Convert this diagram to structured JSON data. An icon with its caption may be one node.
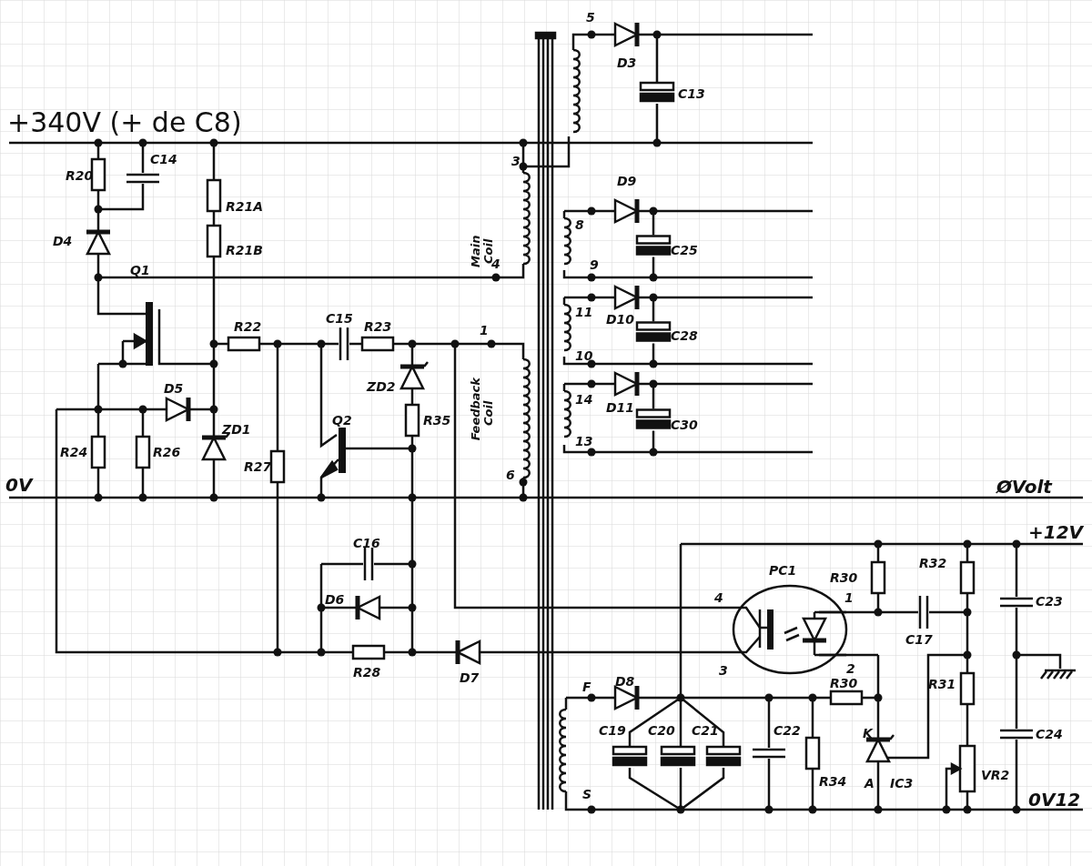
{
  "diagram": {
    "labels": [
      "5",
      "D3",
      "+340V (+ de C8)",
      "C13",
      "C14",
      "3",
      "D9",
      "R20",
      "R21A",
      "Main Coil",
      "8",
      "C25",
      "D4",
      "R21B",
      "4",
      "9",
      "Q1",
      "R22",
      "C15",
      "R23",
      "1",
      "11",
      "D10",
      "C28",
      "10",
      "D5",
      "ZD2",
      "Feedback Coil",
      "14",
      "D11",
      "C30",
      "ZD1",
      "Q2",
      "R35",
      "R24",
      "R26",
      "R27",
      "13",
      "6",
      "0V",
      "ØVolt",
      "+12V",
      "C16",
      "R30",
      "R32",
      "PC1",
      "D6",
      "4",
      "1",
      "C23",
      "C17",
      "R28",
      "D7",
      "3",
      "2",
      "D8",
      "F",
      "R30",
      "R31",
      "C19",
      "C20",
      "C21",
      "C22",
      "K",
      "C24",
      "VR2",
      "R34",
      "A",
      "IC3",
      "S",
      "0V12"
    ]
  }
}
